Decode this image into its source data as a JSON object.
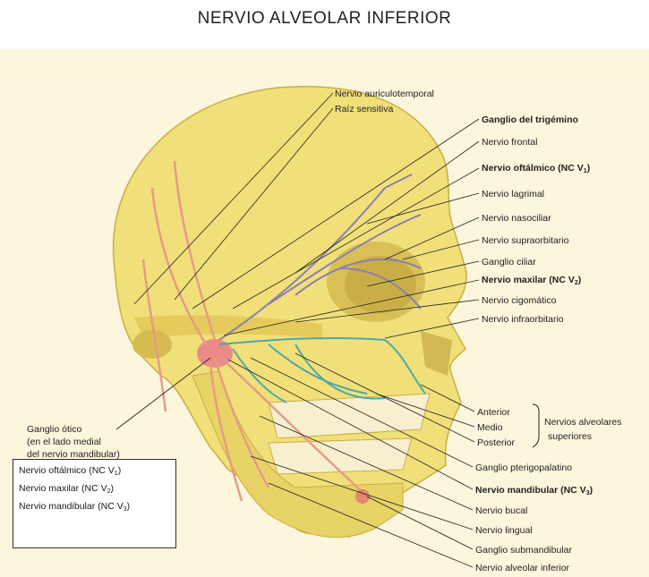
{
  "title": "NERVIO ALVEOLAR INFERIOR",
  "colors": {
    "skull": "#f1e07a",
    "skull_shadow": "#d9c15a",
    "background_wash": "#fbf3c6",
    "ophthalmic_nerve": "#8a7fb0",
    "maxillary_nerve": "#4fa7a6",
    "mandibular_nerve": "#e59a86",
    "ganglion": "#e06b6b"
  },
  "labels": {
    "auriculotemporal": "Nervio auriculotemporal",
    "raiz_sensitiva": "Raíz sensitiva",
    "ganglio_trigemino": "Ganglio del trigémino",
    "frontal": "Nervio frontal",
    "oftalmico": "Nervio oftálmico (NC V",
    "oftalmico_sub": "1",
    "lagrimal": "Nervio lagrimal",
    "nasociliar": "Nervio nasociliar",
    "supraorbitario": "Nervio supraorbitario",
    "ciliar": "Ganglio ciliar",
    "maxilar": "Nervio maxilar (NC V",
    "maxilar_sub": "2",
    "cigomatico": "Nervio cigomático",
    "infraorbitario": "Nervio infraorbitario",
    "anterior": "Anterior",
    "medio": "Medio",
    "posterior": "Posterior",
    "alveolares_1": "Nervios alveolares",
    "alveolares_2": "superiores",
    "pterigopalatino": "Ganglio pterigopalatino",
    "mandibular": "Nervio mandibular (NC V",
    "mandibular_sub": "3",
    "bucal": "Nervio bucal",
    "lingual": "Nervio lingual",
    "submandibular": "Ganglio submandibular",
    "alveolar_inferior": "Nervio alveolar inferior",
    "otico_1": "Ganglio ótico",
    "otico_2": "(en el lado medial",
    "otico_3": "del nervio mandibular)"
  },
  "legend": {
    "oftalmico": "Nervio oftálmico (NC V",
    "oftalmico_sub": "1",
    "maxilar": "Nervio maxilar (NC V",
    "maxilar_sub": "2",
    "mandibular": "Nervio mandibular (NC V",
    "mandibular_sub": "3"
  }
}
